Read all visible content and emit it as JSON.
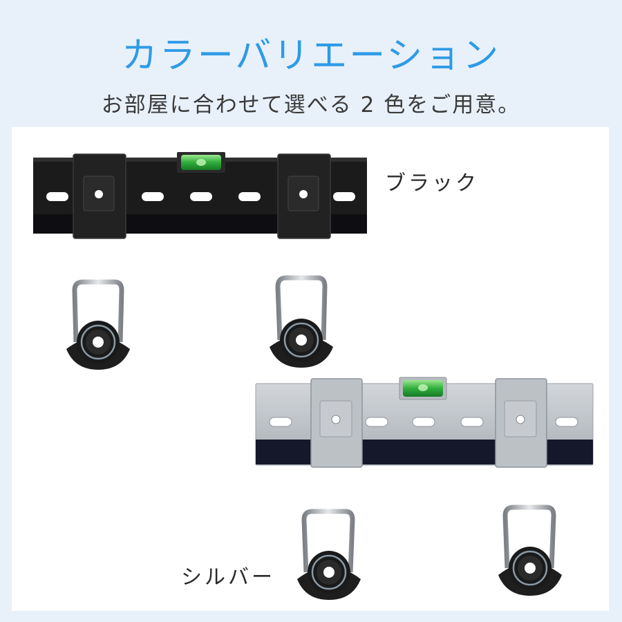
{
  "header": {
    "title": "カラーバリエーション",
    "subtitle": "お部屋に合わせて選べる 2 色をご用意。"
  },
  "variants": [
    {
      "label": "ブラック",
      "color": "#1c1c1c"
    },
    {
      "label": "シルバー",
      "color": "#b9bec4"
    }
  ],
  "colors": {
    "title": "#2e9be6",
    "background": "#e8f1fa",
    "level_vial": "#3fc04a"
  }
}
